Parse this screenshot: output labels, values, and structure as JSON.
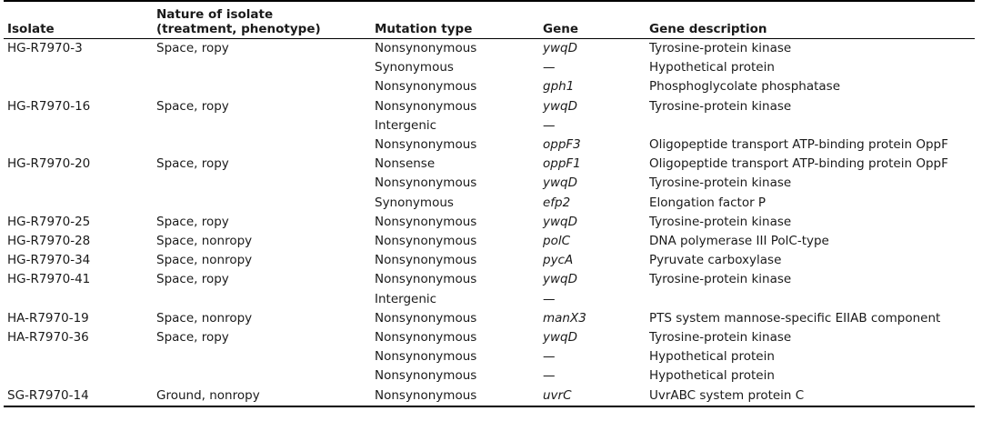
{
  "table": {
    "headers": {
      "isolate": "Isolate",
      "nature_line1": "Nature of isolate",
      "nature_line2": "(treatment, phenotype)",
      "mutation": "Mutation type",
      "gene": "Gene",
      "description": "Gene description"
    },
    "rows": [
      {
        "isolate": "HG-R7970-3",
        "nature": "Space, ropy",
        "mutation": "Nonsynonymous",
        "gene": "ywqD",
        "description": "Tyrosine-protein kinase"
      },
      {
        "isolate": "",
        "nature": "",
        "mutation": "Synonymous",
        "gene": "—",
        "description": "Hypothetical protein"
      },
      {
        "isolate": "",
        "nature": "",
        "mutation": "Nonsynonymous",
        "gene": "gph1",
        "description": "Phosphoglycolate phosphatase"
      },
      {
        "isolate": "HG-R7970-16",
        "nature": "Space, ropy",
        "mutation": "Nonsynonymous",
        "gene": "ywqD",
        "description": "Tyrosine-protein kinase"
      },
      {
        "isolate": "",
        "nature": "",
        "mutation": "Intergenic",
        "gene": "—",
        "description": ""
      },
      {
        "isolate": "",
        "nature": "",
        "mutation": "Nonsynonymous",
        "gene": "oppF3",
        "description": "Oligopeptide transport ATP-binding protein OppF"
      },
      {
        "isolate": "HG-R7970-20",
        "nature": "Space, ropy",
        "mutation": "Nonsense",
        "gene": "oppF1",
        "description": "Oligopeptide transport ATP-binding protein OppF"
      },
      {
        "isolate": "",
        "nature": "",
        "mutation": "Nonsynonymous",
        "gene": "ywqD",
        "description": "Tyrosine-protein kinase"
      },
      {
        "isolate": "",
        "nature": "",
        "mutation": "Synonymous",
        "gene": "efp2",
        "description": "Elongation factor P"
      },
      {
        "isolate": "HG-R7970-25",
        "nature": "Space, ropy",
        "mutation": "Nonsynonymous",
        "gene": "ywqD",
        "description": "Tyrosine-protein kinase"
      },
      {
        "isolate": "HG-R7970-28",
        "nature": "Space, nonropy",
        "mutation": "Nonsynonymous",
        "gene": "polC",
        "description": "DNA polymerase III PolC-type"
      },
      {
        "isolate": "HG-R7970-34",
        "nature": "Space, nonropy",
        "mutation": "Nonsynonymous",
        "gene": "pycA",
        "description": "Pyruvate carboxylase"
      },
      {
        "isolate": "HG-R7970-41",
        "nature": "Space, ropy",
        "mutation": "Nonsynonymous",
        "gene": "ywqD",
        "description": "Tyrosine-protein kinase"
      },
      {
        "isolate": "",
        "nature": "",
        "mutation": "Intergenic",
        "gene": "—",
        "description": ""
      },
      {
        "isolate": "HA-R7970-19",
        "nature": "Space, nonropy",
        "mutation": "Nonsynonymous",
        "gene": "manX3",
        "description": "PTS system mannose-specific EIIAB component"
      },
      {
        "isolate": "HA-R7970-36",
        "nature": "Space, ropy",
        "mutation": "Nonsynonymous",
        "gene": "ywqD",
        "description": "Tyrosine-protein kinase"
      },
      {
        "isolate": "",
        "nature": "",
        "mutation": "Nonsynonymous",
        "gene": "—",
        "description": "Hypothetical protein"
      },
      {
        "isolate": "",
        "nature": "",
        "mutation": "Nonsynonymous",
        "gene": "—",
        "description": "Hypothetical protein"
      },
      {
        "isolate": "SG-R7970-14",
        "nature": "Ground, nonropy",
        "mutation": "Nonsynonymous",
        "gene": "uvrC",
        "description": "UvrABC system protein C"
      }
    ]
  }
}
